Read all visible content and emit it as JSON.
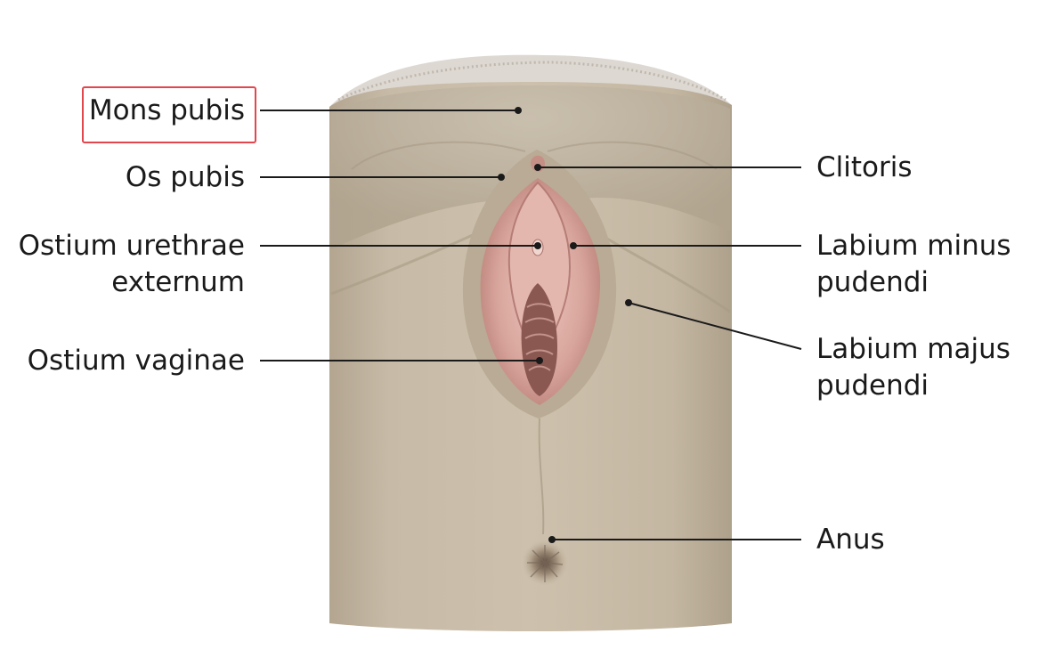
{
  "labels": {
    "mons_pubis": "Mons pubis",
    "os_pubis": "Os pubis",
    "ostium_urethrae_line1": "Ostium urethrae",
    "ostium_urethrae_line2": "externum",
    "ostium_vaginae": "Ostium vaginae",
    "clitoris": "Clitoris",
    "labium_minus_line1": "Labium minus",
    "labium_minus_line2": "pudendi",
    "labium_majus_line1": "Labium majus",
    "labium_majus_line2": "pudendi",
    "anus": "Anus"
  },
  "highlighted_label": "Mons pubis",
  "colors": {
    "skin": "#c3b6a3",
    "skin_shadow": "#a99c88",
    "mucosa": "#d9a7a0",
    "mucosa_dark": "#9c6762",
    "hair": "#bdb5ab",
    "leader_line": "#1a1a1a",
    "highlight_box": "#e2474d"
  }
}
